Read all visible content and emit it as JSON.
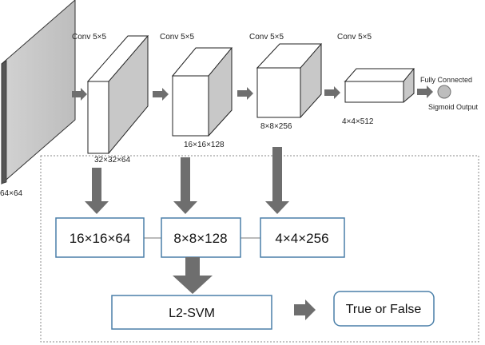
{
  "input": {
    "size_label": "64×64"
  },
  "conv_layers": [
    {
      "op_label": "Conv 5×5",
      "size_label": "32×32×64"
    },
    {
      "op_label": "Conv 5×5",
      "size_label": "16×16×128"
    },
    {
      "op_label": "Conv 5×5",
      "size_label": "8×8×256"
    },
    {
      "op_label": "Conv 5×5",
      "size_label": "4×4×512"
    }
  ],
  "output": {
    "fc_label": "Fully Connected",
    "sigmoid_label": "Sigmoid Output"
  },
  "pooled_features": [
    {
      "label": "16×16×64"
    },
    {
      "label": "8×8×128"
    },
    {
      "label": "4×4×256"
    }
  ],
  "classifier": {
    "label": "L2-SVM"
  },
  "result": {
    "label": "True or False"
  },
  "colors": {
    "arrow": "#6e6e6e",
    "box_border": "#4a7fa8",
    "cube_side": "#c8c8c8",
    "dashed_border": "#8a8a8a"
  }
}
